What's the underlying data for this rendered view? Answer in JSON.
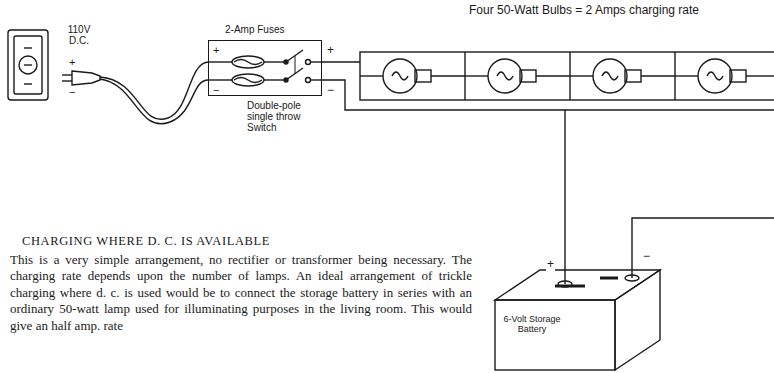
{
  "diagram": {
    "title": "CHARGING WHERE D. C. IS AVAILABLE",
    "caption": "This is a very simple arrangement, no rectifier or transformer being necessary. The charging rate depends upon the number of lamps. An ideal arrangement of trickle charging where d. c. is used would be to connect the storage battery in series with an ordinary 50-watt lamp used for illuminating purposes in the living room. This would give an half amp. rate",
    "nodes": [
      {
        "text": [
          "2-Amp Fuses",
          "Double-pole single throw Switch"
        ]
      },
      {
        "text": [
          "6-Volt Storage Battery"
        ]
      }
    ],
    "edges": [
      {
        "from": 0,
        "to": 1,
        "arrow": "none"
      }
    ],
    "labels": [
      "110V D.C.",
      "+",
      "−",
      "+",
      "−",
      "+",
      "−",
      "Four 50-Watt Bulbs = 2 Amps charging rate",
      "+",
      "−"
    ]
  }
}
